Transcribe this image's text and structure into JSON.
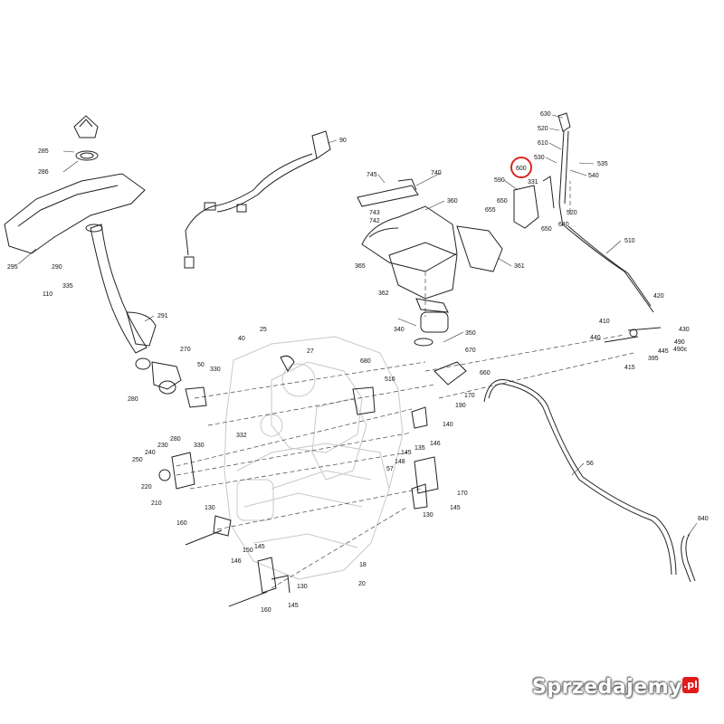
{
  "diagram": {
    "callouts": [
      {
        "id": "c630",
        "text": "630"
      },
      {
        "id": "c520a",
        "text": "520"
      },
      {
        "id": "c610",
        "text": "610"
      },
      {
        "id": "c530",
        "text": "530"
      },
      {
        "id": "c535",
        "text": "535"
      },
      {
        "id": "c540",
        "text": "540"
      },
      {
        "id": "c600",
        "text": "600"
      },
      {
        "id": "c590",
        "text": "590"
      },
      {
        "id": "c331",
        "text": "331"
      },
      {
        "id": "c650a",
        "text": "650"
      },
      {
        "id": "c655",
        "text": "655"
      },
      {
        "id": "c650b",
        "text": "650"
      },
      {
        "id": "c640",
        "text": "640"
      },
      {
        "id": "c520b",
        "text": "520"
      },
      {
        "id": "c510",
        "text": "510"
      },
      {
        "id": "c420",
        "text": "420"
      },
      {
        "id": "c410",
        "text": "410"
      },
      {
        "id": "c430",
        "text": "430"
      },
      {
        "id": "c440",
        "text": "440"
      },
      {
        "id": "c445",
        "text": "445"
      },
      {
        "id": "c490",
        "text": "490"
      },
      {
        "id": "c490c",
        "text": "490c"
      },
      {
        "id": "c395",
        "text": "395"
      },
      {
        "id": "c415",
        "text": "415"
      },
      {
        "id": "c745",
        "text": "745"
      },
      {
        "id": "c740",
        "text": "740"
      },
      {
        "id": "c743",
        "text": "743"
      },
      {
        "id": "c742",
        "text": "742"
      },
      {
        "id": "c360",
        "text": "360"
      },
      {
        "id": "c365",
        "text": "365"
      },
      {
        "id": "c361",
        "text": "361"
      },
      {
        "id": "c362",
        "text": "362"
      },
      {
        "id": "c340",
        "text": "340"
      },
      {
        "id": "c350",
        "text": "350"
      },
      {
        "id": "c670",
        "text": "670"
      },
      {
        "id": "c660",
        "text": "660"
      },
      {
        "id": "c516",
        "text": "516"
      },
      {
        "id": "c680",
        "text": "680"
      },
      {
        "id": "c170a",
        "text": "170"
      },
      {
        "id": "c190",
        "text": "190"
      },
      {
        "id": "c140",
        "text": "140"
      },
      {
        "id": "c135",
        "text": "135"
      },
      {
        "id": "c146a",
        "text": "146"
      },
      {
        "id": "c145a",
        "text": "145"
      },
      {
        "id": "c148",
        "text": "148"
      },
      {
        "id": "c57",
        "text": "57"
      },
      {
        "id": "c170b",
        "text": "170"
      },
      {
        "id": "c130a",
        "text": "130"
      },
      {
        "id": "c145b",
        "text": "145"
      },
      {
        "id": "c56",
        "text": "56"
      },
      {
        "id": "c840",
        "text": "840"
      },
      {
        "id": "c285",
        "text": "285"
      },
      {
        "id": "c286",
        "text": "286"
      },
      {
        "id": "c295",
        "text": "295"
      },
      {
        "id": "c290",
        "text": "290"
      },
      {
        "id": "c335",
        "text": "335"
      },
      {
        "id": "c110",
        "text": "110"
      },
      {
        "id": "c291",
        "text": "291"
      },
      {
        "id": "c90",
        "text": "90"
      },
      {
        "id": "c25",
        "text": "25"
      },
      {
        "id": "c40",
        "text": "40"
      },
      {
        "id": "c27",
        "text": "27"
      },
      {
        "id": "c270",
        "text": "270"
      },
      {
        "id": "c50",
        "text": "50"
      },
      {
        "id": "c330a",
        "text": "330"
      },
      {
        "id": "c280a",
        "text": "280"
      },
      {
        "id": "c332",
        "text": "332"
      },
      {
        "id": "c330b",
        "text": "330"
      },
      {
        "id": "c230",
        "text": "230"
      },
      {
        "id": "c280b",
        "text": "280"
      },
      {
        "id": "c240",
        "text": "240"
      },
      {
        "id": "c250",
        "text": "250"
      },
      {
        "id": "c220",
        "text": "220"
      },
      {
        "id": "c210",
        "text": "210"
      },
      {
        "id": "c130b",
        "text": "130"
      },
      {
        "id": "c160a",
        "text": "160"
      },
      {
        "id": "c150",
        "text": "150"
      },
      {
        "id": "c145c",
        "text": "145"
      },
      {
        "id": "c146b",
        "text": "146"
      },
      {
        "id": "c130c",
        "text": "130"
      },
      {
        "id": "c145d",
        "text": "145"
      },
      {
        "id": "c160b",
        "text": "160"
      },
      {
        "id": "c18",
        "text": "18"
      },
      {
        "id": "c20",
        "text": "20"
      }
    ],
    "highlight_color": "#d9261c"
  },
  "watermark": {
    "text": "Sprzedajemy",
    "badge": ".pl"
  }
}
